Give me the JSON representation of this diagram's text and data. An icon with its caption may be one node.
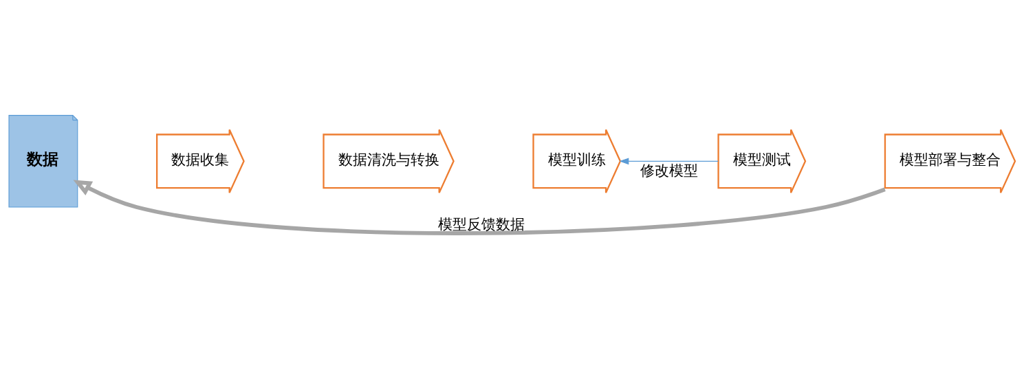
{
  "diagram": {
    "nodes": [
      {
        "text": [
          "数据"
        ]
      },
      {
        "text": [
          "数据收集"
        ]
      },
      {
        "text": [
          "数据清洗与转换"
        ]
      },
      {
        "text": [
          "模型训练"
        ]
      },
      {
        "text": [
          "模型测试"
        ]
      },
      {
        "text": [
          "模型部署与整合"
        ]
      }
    ],
    "edges": [
      {
        "from": 4,
        "to": 3,
        "arrow": "to",
        "label": "修改模型",
        "color": "#5b9bd5"
      },
      {
        "from": 5,
        "to": 0,
        "arrow": "to",
        "label": "模型反馈数据",
        "style": "thick",
        "color": "#a6a6a6"
      }
    ]
  }
}
